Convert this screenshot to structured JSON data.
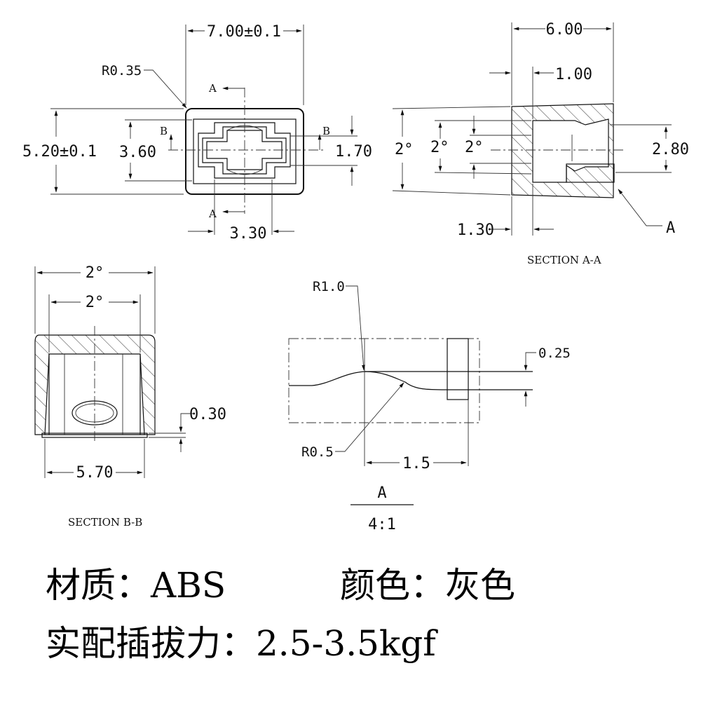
{
  "top_view": {
    "width_dim": "7.00±0.1",
    "radius_label": "R0.35",
    "height_dim": "5.20±0.1",
    "inner_height_dim": "3.60",
    "slot_dim": "1.70",
    "bottom_dim": "3.30",
    "section_a": "A",
    "section_b": "B"
  },
  "section_aa": {
    "width_dim": "6.00",
    "wall_dim": "1.00",
    "angle_outer": "2°",
    "angle_mid": "2°",
    "angle_inner": "2°",
    "height_dim": "2.80",
    "bottom_dim": "1.30",
    "detail_marker": "A",
    "caption": "SECTION A-A"
  },
  "section_bb": {
    "angle_outer": "2°",
    "angle_inner": "2°",
    "step_dim": "0.30",
    "width_dim": "5.70",
    "caption": "SECTION B-B"
  },
  "detail_a": {
    "radius_top": "R1.0",
    "step_dim": "0.25",
    "radius_bottom": "R0.5",
    "length_dim": "1.5",
    "label": "A",
    "scale": "4:1"
  },
  "notes": {
    "material": "材质：ABS",
    "color": "颜色：灰色",
    "force": "实配插拔力：2.5-3.5kgf"
  }
}
